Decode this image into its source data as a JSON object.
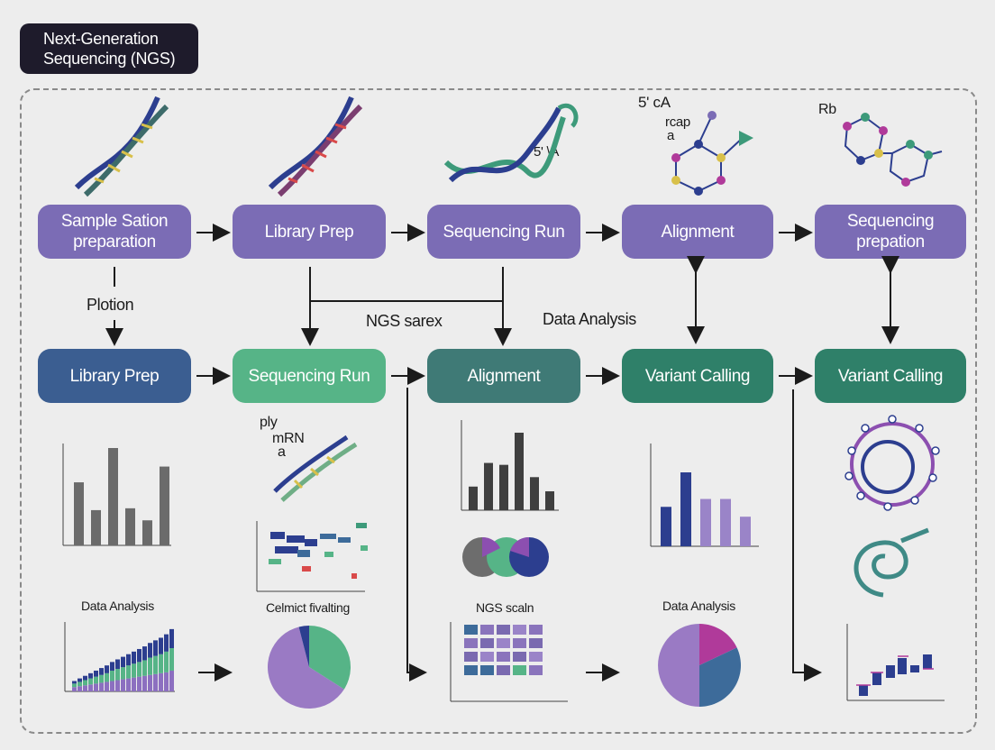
{
  "title": {
    "line1": "Next-Generation",
    "line2": "Sequencing (NGS)"
  },
  "top_row": [
    {
      "label": "Sample Sation preparation"
    },
    {
      "label": "Library Prep"
    },
    {
      "label": "Sequencing Run"
    },
    {
      "label": "Alignment"
    },
    {
      "label": "Sequencing prepation"
    }
  ],
  "bottom_row": [
    {
      "label": "Library Prep"
    },
    {
      "label": "Sequencing Run"
    },
    {
      "label": "Alignment"
    },
    {
      "label": "Variant Calling"
    },
    {
      "label": "Variant Calling"
    }
  ],
  "connector_labels": {
    "plotion": "Plotion",
    "ngs_sarex": "NGS sarex",
    "data_analysis": "Data Analysis"
  },
  "annotations": {
    "dna3": "5' \\A",
    "mol1_a": "5' cA",
    "mol1_b": "rcap",
    "mol1_c": "a",
    "mol2": "Rb",
    "ply": "ply",
    "mrn": "mRN",
    "ply_a": "a"
  },
  "panel_labels": {
    "data_analysis_left": "Data Analysis",
    "celmict": "Celmict fivalting",
    "ngs_scaln": "NGS scaln",
    "data_analysis_right": "Data Analysis"
  },
  "colors": {
    "purple": "#7b6cb5",
    "blue": "#3b5e91",
    "green": "#56b487",
    "teal": "#3f7a76",
    "dark": "#1e1b2b",
    "navy": "#2b3f8f",
    "magenta": "#b03a9a"
  },
  "chart_data": [
    {
      "type": "bar",
      "values": [
        68,
        38,
        105,
        40,
        27,
        85
      ]
    },
    {
      "type": "bar",
      "values": [
        25,
        50,
        48,
        82,
        35,
        20
      ]
    },
    {
      "type": "bar",
      "values": [
        40,
        75,
        48,
        48,
        30
      ]
    },
    {
      "type": "bar",
      "series": [
        {
          "name": "",
          "values": [
            5,
            6,
            7,
            8,
            9,
            10,
            11,
            12,
            13,
            14,
            15,
            16,
            17,
            18,
            19,
            20,
            21,
            22,
            24
          ]
        },
        {
          "name": "",
          "values": [
            4,
            5,
            6,
            7,
            8,
            9,
            10,
            12,
            13,
            14,
            15,
            16,
            17,
            18,
            20,
            21,
            22,
            24,
            26
          ]
        },
        {
          "name": "",
          "values": [
            3,
            4,
            5,
            6,
            7,
            8,
            9,
            10,
            11,
            12,
            13,
            14,
            15,
            16,
            17,
            18,
            19,
            20,
            22
          ]
        }
      ]
    },
    {
      "type": "pie",
      "values": [
        62,
        34,
        4
      ]
    },
    {
      "type": "pie",
      "values": [
        50,
        32,
        18
      ]
    }
  ]
}
